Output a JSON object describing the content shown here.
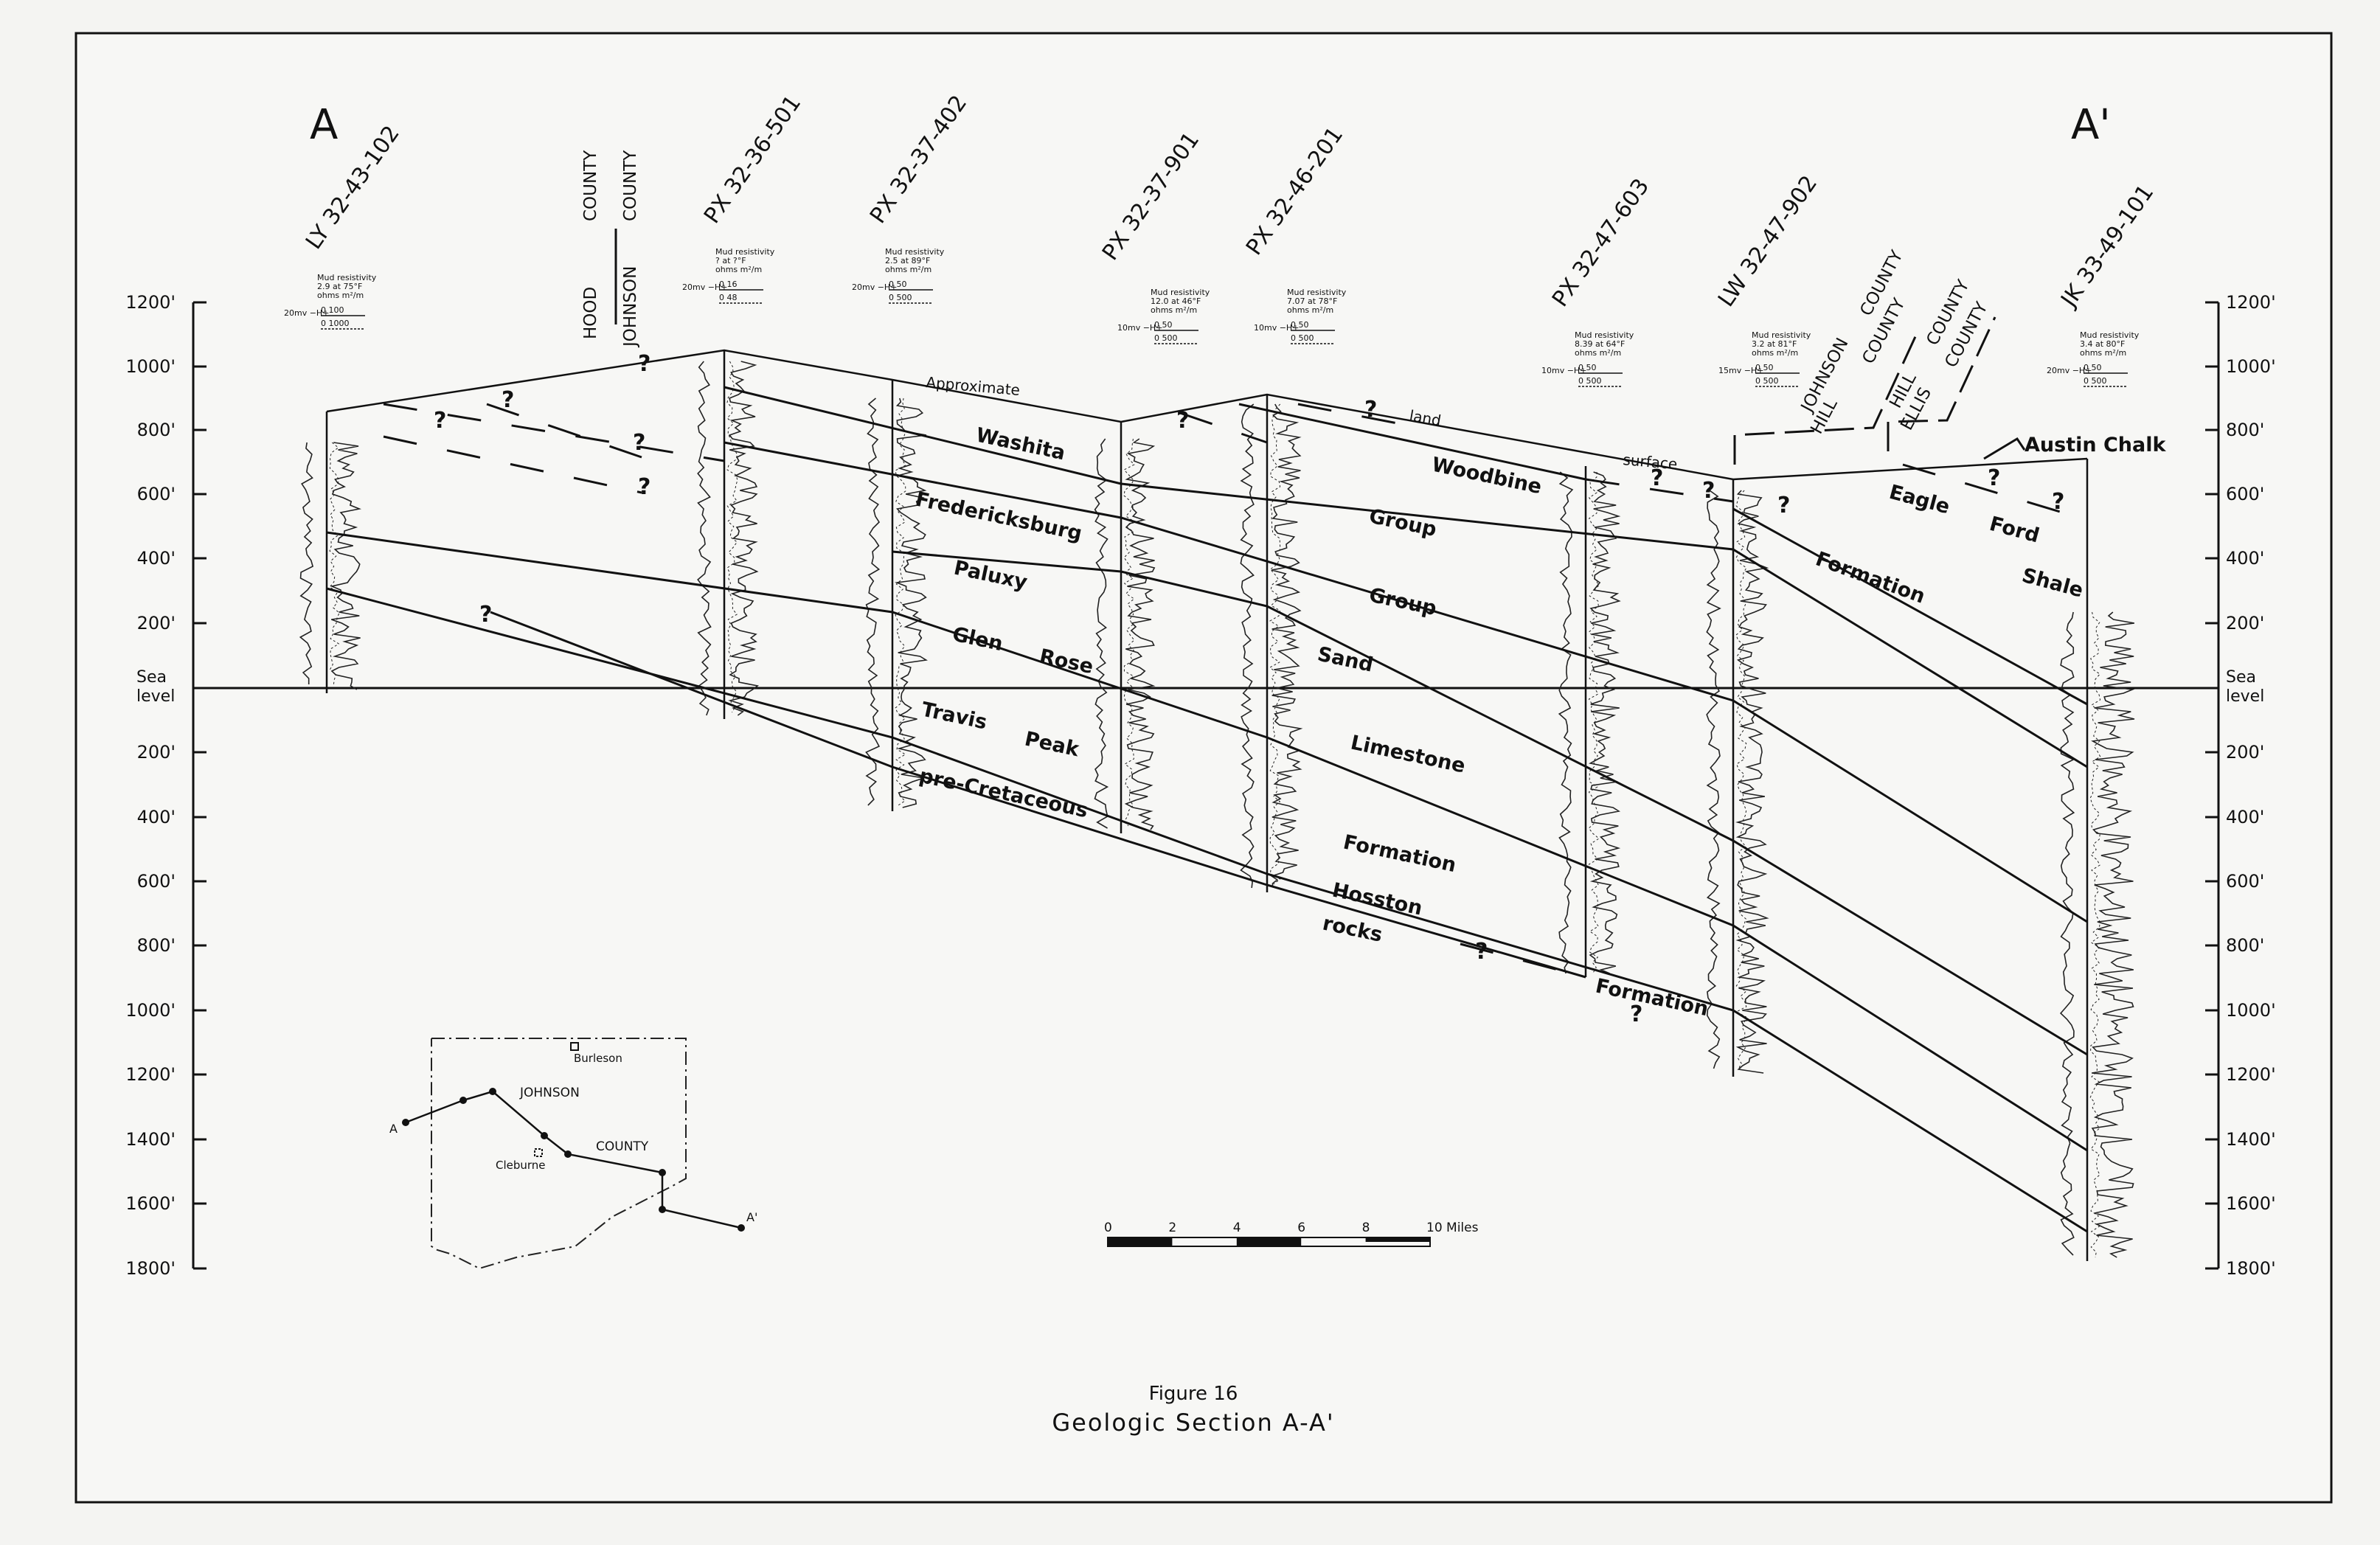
{
  "figure": {
    "number_label": "Figure 16",
    "title": "Geologic Section A-A'",
    "end_label_left": "A",
    "end_label_right": "A'"
  },
  "wells": [
    {
      "id": "LY 32-43-102",
      "mud_title": "Mud resistivity",
      "mud_value": "2.9 at 75°F",
      "units": "ohms m²/m",
      "sp": "20mv −H+",
      "scale1": "0 100",
      "scale2": "0 1000"
    },
    {
      "id": "PX 32-36-501",
      "mud_title": "Mud resistivity",
      "mud_value": "? at ?°F",
      "units": "ohms m²/m",
      "sp": "20mv −H+",
      "scale1": "0 16",
      "scale2": "0 48"
    },
    {
      "id": "PX 32-37-402",
      "mud_title": "Mud resistivity",
      "mud_value": "2.5 at 89°F",
      "units": "ohms m²/m",
      "sp": "20mv −H+",
      "scale1": "0 50",
      "scale2": "0 500"
    },
    {
      "id": "PX 32-37-901",
      "mud_title": "Mud resistivity",
      "mud_value": "12.0 at 46°F",
      "units": "ohms m²/m",
      "sp": "10mv −H+",
      "scale1": "0 50",
      "scale2": "0 500"
    },
    {
      "id": "PX 32-46-201",
      "mud_title": "Mud resistivity",
      "mud_value": "7.07 at 78°F",
      "units": "ohms m²/m",
      "sp": "10mv −H+",
      "scale1": "0 50",
      "scale2": "0 500"
    },
    {
      "id": "PX 32-47-603",
      "mud_title": "Mud resistivity",
      "mud_value": "8.39 at 64°F",
      "units": "ohms m²/m",
      "sp": "10mv −H+",
      "scale1": "0 50",
      "scale2": "0 500"
    },
    {
      "id": "LW 32-47-902",
      "mud_title": "Mud resistivity",
      "mud_value": "3.2 at 81°F",
      "units": "ohms m²/m",
      "sp": "15mv −H+",
      "scale1": "0 50",
      "scale2": "0 500"
    },
    {
      "id": "JK 33-49-101",
      "mud_title": "Mud resistivity",
      "mud_value": "3.4 at 80°F",
      "units": "ohms m²/m",
      "sp": "20mv −H+",
      "scale1": "0 50",
      "scale2": "0 500"
    }
  ],
  "county_lines": {
    "hood_johnson": {
      "top1": "COUNTY",
      "top2": "COUNTY",
      "side1": "HOOD",
      "side2": "JOHNSON"
    },
    "johnson_hill": {
      "line1": "JOHNSON",
      "line1b": "COUNTY",
      "line2": "HILL",
      "line2b": "COUNTY"
    },
    "hill_ellis": {
      "line1": "HILL",
      "line1b": "COUNTY",
      "line2": "ELLIS",
      "line2b": "COUNTY"
    }
  },
  "depth_axis": {
    "labels": [
      "1200'",
      "1000'",
      "800'",
      "600'",
      "400'",
      "200'",
      "Sea level",
      "200'",
      "400'",
      "600'",
      "800'",
      "1000'",
      "1200'",
      "1400'",
      "1600'",
      "1800'"
    ]
  },
  "units": [
    {
      "key": "washita",
      "text": "Washita"
    },
    {
      "key": "fredericksburg",
      "text": "Fredericksburg"
    },
    {
      "key": "fred_group",
      "text": "Group"
    },
    {
      "key": "paluxy",
      "text": "Paluxy"
    },
    {
      "key": "paluxy_sand",
      "text": "Sand"
    },
    {
      "key": "glen",
      "text": "Glen"
    },
    {
      "key": "rose",
      "text": "Rose"
    },
    {
      "key": "limestone",
      "text": "Limestone"
    },
    {
      "key": "travis",
      "text": "Travis"
    },
    {
      "key": "peak",
      "text": "Peak"
    },
    {
      "key": "formation_tp",
      "text": "Formation"
    },
    {
      "key": "precret",
      "text": "pre-Cretaceous"
    },
    {
      "key": "hosston",
      "text": "Hosston"
    },
    {
      "key": "rocks",
      "text": "rocks"
    },
    {
      "key": "formation_h",
      "text": "Formation"
    },
    {
      "key": "woodbine",
      "text": "Woodbine"
    },
    {
      "key": "woodbine_group",
      "text": "Group"
    },
    {
      "key": "eagle",
      "text": "Eagle"
    },
    {
      "key": "ford",
      "text": "Ford"
    },
    {
      "key": "formation_ef",
      "text": "Formation"
    },
    {
      "key": "shale",
      "text": "Shale"
    },
    {
      "key": "austin",
      "text": "Austin Chalk"
    },
    {
      "key": "approx",
      "text": "Approximate"
    },
    {
      "key": "land",
      "text": "land"
    },
    {
      "key": "surface",
      "text": "surface"
    }
  ],
  "question_mark": "?",
  "scale_bar": {
    "ticks": [
      "0",
      "2",
      "4",
      "6",
      "8",
      "10 Miles"
    ]
  },
  "inset_map": {
    "labels": [
      "Burleson",
      "JOHNSON",
      "COUNTY",
      "Cleburne",
      "A",
      "A'"
    ]
  }
}
